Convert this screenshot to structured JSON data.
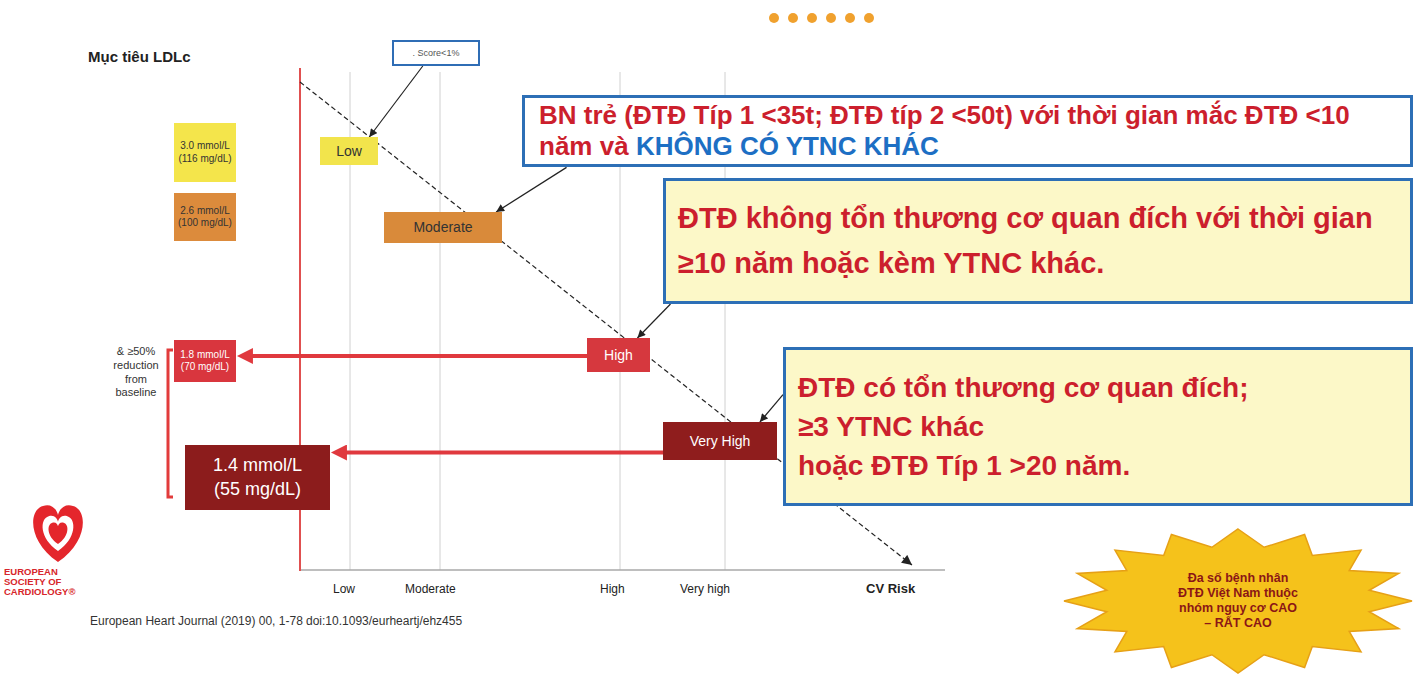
{
  "diagram": {
    "nodes": [
      {
        "text": [
          ". Score<1%"
        ]
      },
      {
        "text": [
          "3.0 mmol/L (116 mg/dL)"
        ]
      },
      {
        "text": [
          "Low"
        ]
      },
      {
        "text": [
          "BN trẻ (ĐTĐ Típ 1 <35t; ĐTĐ típ 2 <50t) với thời gian mắc ĐTĐ <10 năm và",
          "KHÔNG CÓ YTNC KHÁC"
        ]
      },
      {
        "text": [
          "2.6 mmol/L (100 mg/dL)"
        ]
      },
      {
        "text": [
          "Moderate"
        ]
      },
      {
        "text": [
          "ĐTĐ không tổn thương cơ quan đích với thời gian ≥10 năm hoặc kèm YTNC khác."
        ]
      },
      {
        "text": [
          "1.8 mmol/L (70 mg/dL)"
        ]
      },
      {
        "text": [
          "High"
        ]
      },
      {
        "text": [
          "1.4 mmol/L (55 mg/dL)"
        ]
      },
      {
        "text": [
          "Very High"
        ]
      },
      {
        "text": [
          "ĐTĐ có tổn thương cơ quan đích;",
          "≥3 YTNC khác",
          "hoặc ĐTĐ Típ 1 >20 năm."
        ]
      },
      {
        "text": [
          "Đa số bệnh nhân ĐTĐ Việt Nam thuộc nhóm nguy cơ CAO – RẤT CAO"
        ]
      }
    ],
    "edges": [
      {
        "from": 0,
        "to": 2,
        "arrow": "to"
      },
      {
        "from": 3,
        "to": 5,
        "arrow": "to"
      },
      {
        "from": 6,
        "to": 8,
        "arrow": "to"
      },
      {
        "from": 11,
        "to": 10,
        "arrow": "to"
      },
      {
        "from": 8,
        "to": 7,
        "arrow": "to"
      },
      {
        "from": 10,
        "to": 9,
        "arrow": "to"
      }
    ],
    "labels": [
      "Mục tiêu LDLc",
      "& ≥50% reduction from baseline",
      "Low",
      "Moderate",
      "High",
      "Very high",
      "CV Risk",
      "EUROPEAN SOCIETY OF CARDIOLOGY®",
      "European Heart Journal (2019) 00, 1-78",
      "doi:10.1093/eurheartj/ehz455"
    ]
  }
}
